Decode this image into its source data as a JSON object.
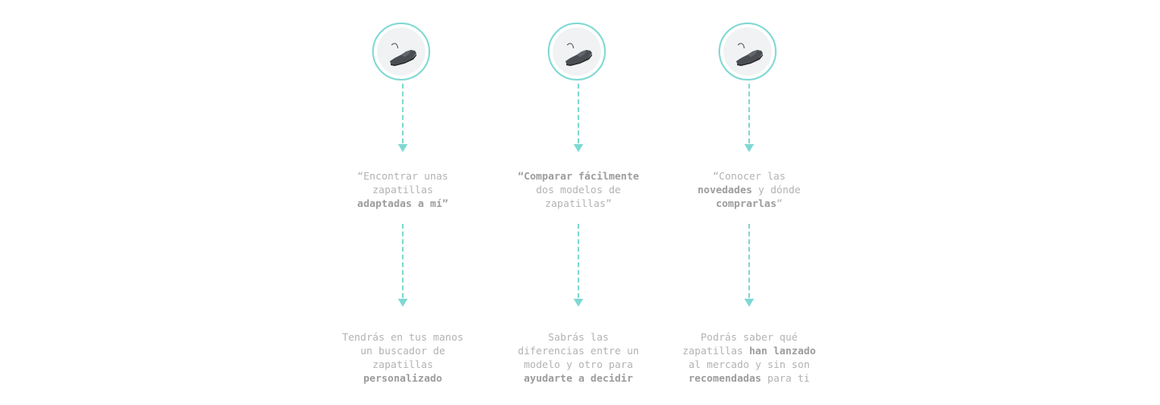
{
  "columns": [
    {
      "icon": "sneaker-icon",
      "quote": [
        {
          "text": "“Encontrar unas",
          "bold": false
        },
        {
          "text": "zapatillas",
          "bold": false,
          "br": true
        },
        {
          "text": "adaptadas a mí”",
          "bold": true,
          "br": true
        }
      ],
      "desc": [
        {
          "text": "Tendrás en tus manos",
          "bold": false
        },
        {
          "text": "un buscador de",
          "bold": false,
          "br": true
        },
        {
          "text": "zapatillas",
          "bold": false,
          "br": true
        },
        {
          "text": "personalizado",
          "bold": true,
          "br": true
        }
      ]
    },
    {
      "icon": "sneaker-icon",
      "quote": [
        {
          "text": "“Comparar fácilmente",
          "bold": true
        },
        {
          "text": "dos modelos de",
          "bold": false,
          "br": true
        },
        {
          "text": "zapatillas”",
          "bold": false,
          "br": true
        }
      ],
      "desc": [
        {
          "text": "Sabrás las",
          "bold": false
        },
        {
          "text": "diferencias entre un",
          "bold": false,
          "br": true
        },
        {
          "text": "modelo y otro para",
          "bold": false,
          "br": true
        },
        {
          "text": "ayudarte a decidir",
          "bold": true,
          "br": true
        }
      ]
    },
    {
      "icon": "sneaker-icon",
      "quote": [
        {
          "text": "“Conocer las",
          "bold": false
        },
        {
          "text": "novedades",
          "bold": true,
          "br": true
        },
        {
          "text": " y dónde",
          "bold": false
        },
        {
          "text": "comprarlas",
          "bold": true,
          "br": true
        },
        {
          "text": "”",
          "bold": false
        }
      ],
      "desc": [
        {
          "text": "Podrás saber qué",
          "bold": false
        },
        {
          "text": "zapatillas ",
          "bold": false,
          "br": true
        },
        {
          "text": "han lanzado",
          "bold": true
        },
        {
          "text": "al mercado y sin son",
          "bold": false,
          "br": true
        },
        {
          "text": "recomendadas",
          "bold": true,
          "br": true
        },
        {
          "text": " para ti",
          "bold": false
        }
      ]
    }
  ],
  "colors": {
    "accent": "#7fd8d3",
    "text": "#b3b3b3",
    "text_bold": "#9c9c9c"
  }
}
